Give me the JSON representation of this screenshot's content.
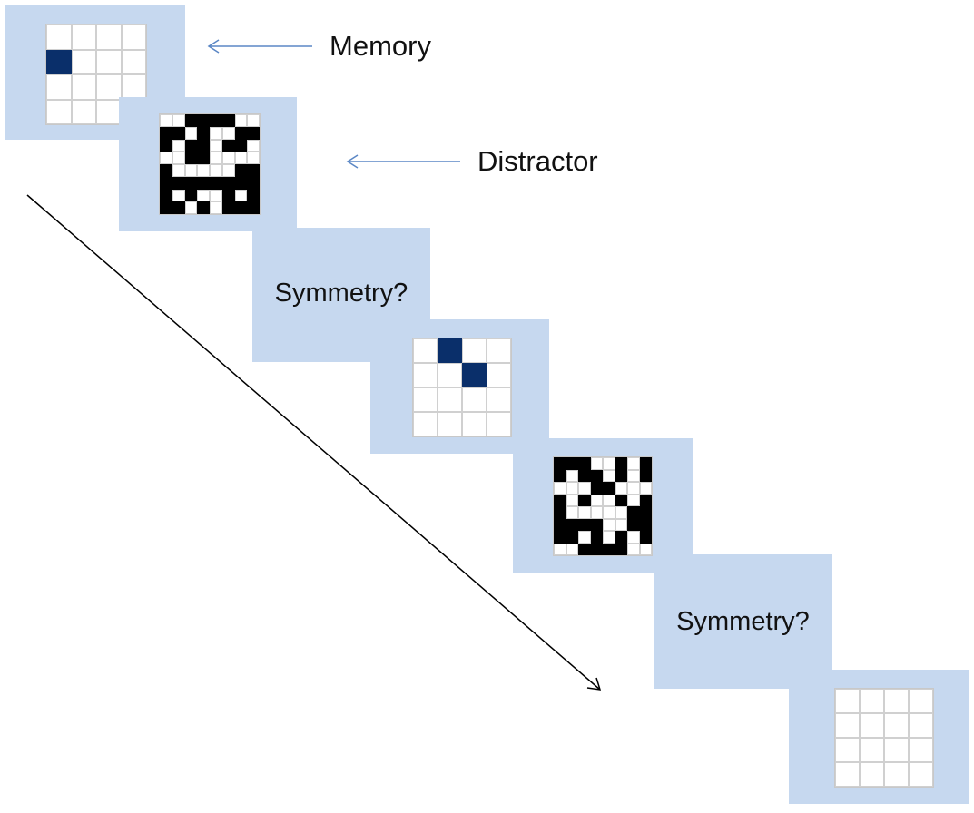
{
  "labels": {
    "memory": "Memory",
    "distractor": "Distractor"
  },
  "panels": {
    "symmetry_1": "Symmetry?",
    "symmetry_2": "Symmetry?"
  },
  "colors": {
    "panel": "#c6d8ef",
    "memory_cell": "#0a2f6a",
    "distractor_cell": "#000000",
    "pointer_arrow": "#5b87c5",
    "time_arrow": "#000000"
  },
  "memory_grids": [
    {
      "rows": 4,
      "cols": 4,
      "filled": [
        [
          1,
          0
        ]
      ]
    },
    {
      "rows": 4,
      "cols": 4,
      "filled": [
        [
          0,
          1
        ],
        [
          1,
          2
        ]
      ]
    },
    {
      "rows": 4,
      "cols": 4,
      "filled": []
    }
  ],
  "distractor_grids": [
    {
      "rows": 8,
      "cols": 8,
      "pattern": [
        "..####..",
        "##.#..##",
        "#.##.##.",
        "..##....",
        "#.....##",
        "########",
        "#.#..#.#",
        "##.#.###"
      ]
    },
    {
      "rows": 8,
      "cols": 8,
      "pattern": [
        "###..#.#",
        "#.##.#.#",
        "...##...",
        "#.#..#.#",
        "#.....##",
        "####..##",
        "##.#.#.#",
        "..####.."
      ]
    }
  ]
}
